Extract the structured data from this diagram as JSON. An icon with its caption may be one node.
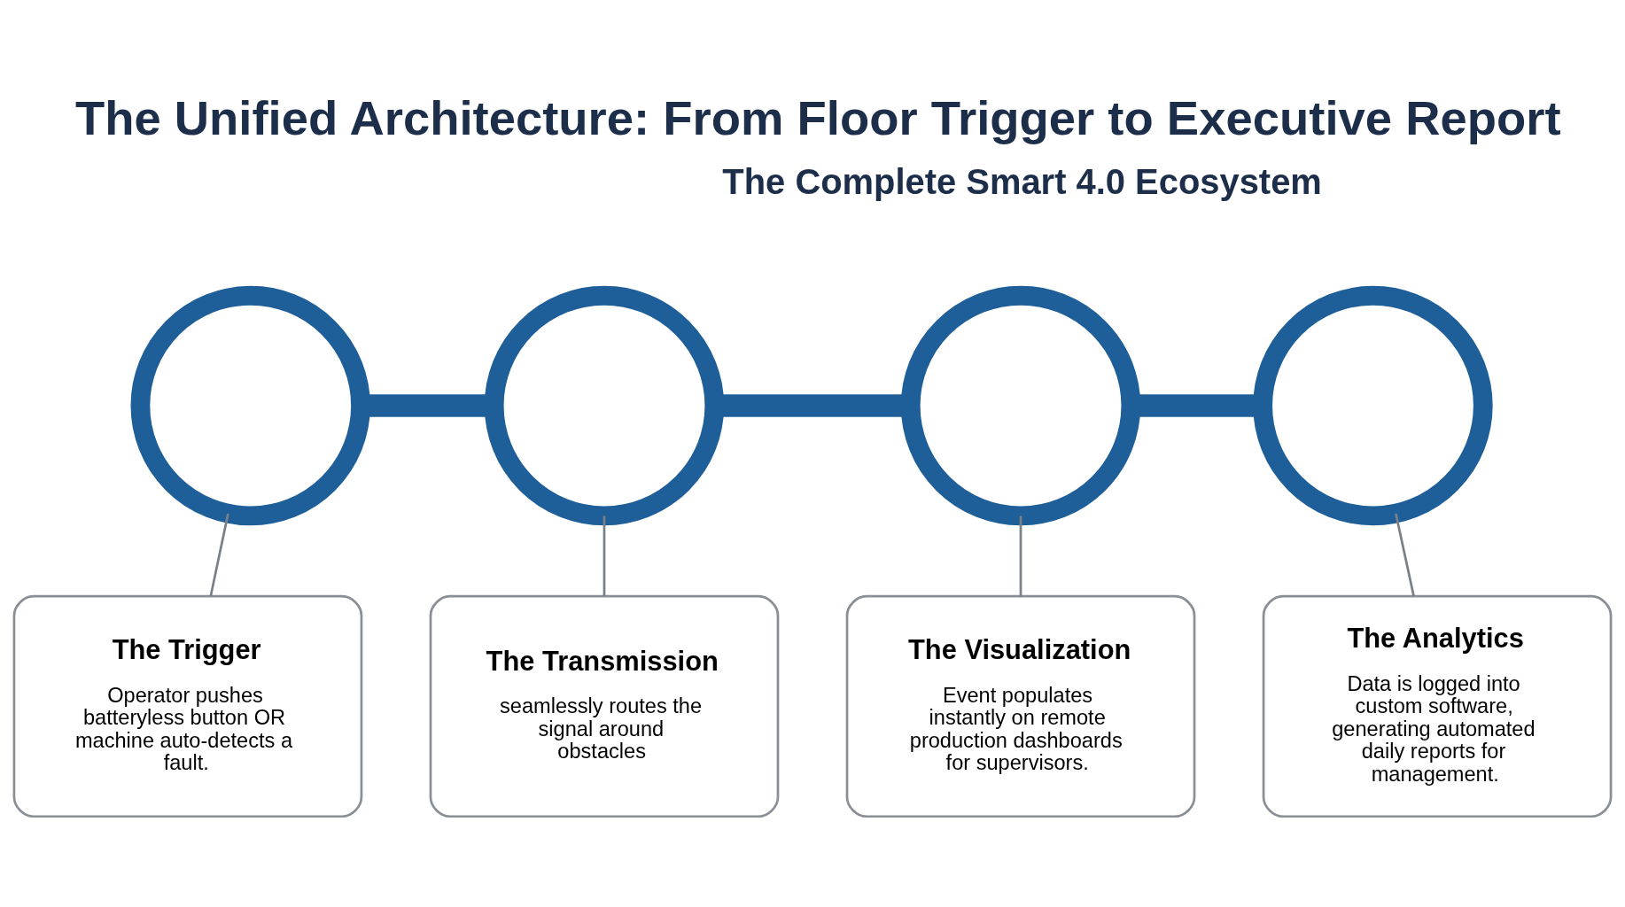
{
  "diagram": {
    "title": "The Unified Architecture: From Floor Trigger to Executive Report",
    "nodes": [
      {
        "text": [],
        "shape": "circle"
      },
      {
        "text": [],
        "shape": "circle"
      },
      {
        "text": [],
        "shape": "circle"
      },
      {
        "text": [],
        "shape": "circle"
      },
      {
        "text": [
          "The Trigger",
          "Operator pushes batteryless button OR machine auto-detects a fault."
        ]
      },
      {
        "text": [
          "The Transmission",
          "seamlessly routes the signal around obstacles"
        ]
      },
      {
        "text": [
          "The Visualization",
          "Event populates instantly on remote production dashboards for supervisors."
        ]
      },
      {
        "text": [
          "The Analytics",
          "Data is logged into custom software, generating automated daily reports for management."
        ]
      }
    ],
    "edges": [
      {
        "from": 0,
        "to": 1,
        "arrow": "none",
        "style": "thick",
        "color": "#1f5f99"
      },
      {
        "from": 1,
        "to": 2,
        "arrow": "none",
        "style": "thick",
        "color": "#1f5f99"
      },
      {
        "from": 2,
        "to": 3,
        "arrow": "none",
        "style": "thick",
        "color": "#1f5f99"
      },
      {
        "from": 0,
        "to": 4,
        "arrow": "none"
      },
      {
        "from": 1,
        "to": 5,
        "arrow": "none"
      },
      {
        "from": 2,
        "to": 6,
        "arrow": "none"
      },
      {
        "from": 3,
        "to": 7,
        "arrow": "none"
      }
    ],
    "labels": [
      "The Complete Smart 4.0 Ecosystem"
    ]
  }
}
